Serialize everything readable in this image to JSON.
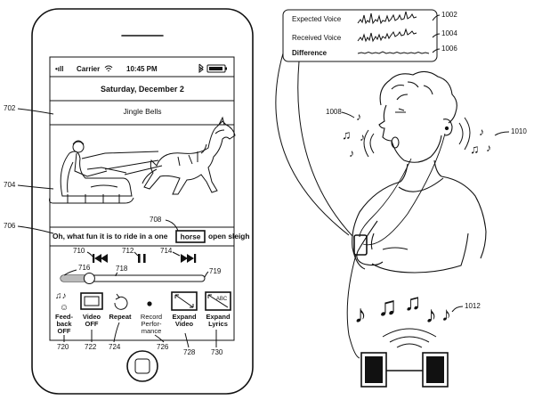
{
  "status_bar": {
    "signal": "•ıll",
    "carrier": "Carrier",
    "time": "10:45 PM"
  },
  "date_header": "Saturday, December 2",
  "song_title": "Jingle Bells",
  "lyrics": {
    "before": "Oh, what fun it is to ride in a one",
    "highlight": "horse",
    "after": "open sleigh"
  },
  "player": {
    "prev_icon": "skip-previous-icon",
    "pause_icon": "pause-icon",
    "next_icon": "skip-next-icon",
    "progress_fraction": 0.2
  },
  "buttons": [
    {
      "id": "feedback",
      "line1": "Feed-",
      "line2": "back",
      "line3": "OFF"
    },
    {
      "id": "video",
      "line1": "Video",
      "line2": "OFF",
      "line3": ""
    },
    {
      "id": "repeat",
      "line1": "Repeat",
      "line2": "",
      "line3": ""
    },
    {
      "id": "record",
      "line1": "Record",
      "line2": "Perfor-",
      "line3": "mance"
    },
    {
      "id": "expand-video",
      "line1": "Expand",
      "line2": "Video",
      "line3": ""
    },
    {
      "id": "expand-lyrics",
      "line1": "Expand",
      "line2": "Lyrics",
      "line3": "",
      "icon_text": "ABC"
    }
  ],
  "voice_panel": {
    "expected": "Expected Voice",
    "received": "Received Voice",
    "difference": "Difference"
  },
  "refs": {
    "r702": "702",
    "r704": "704",
    "r706": "706",
    "r708": "708",
    "r710": "710",
    "r712": "712",
    "r714": "714",
    "r716": "716",
    "r718": "718",
    "r719": "719",
    "r720": "720",
    "r722": "722",
    "r724": "724",
    "r726": "726",
    "r728": "728",
    "r730": "730",
    "r1002": "1002",
    "r1004": "1004",
    "r1006": "1006",
    "r1008": "1008",
    "r1010": "1010",
    "r1012": "1012"
  }
}
